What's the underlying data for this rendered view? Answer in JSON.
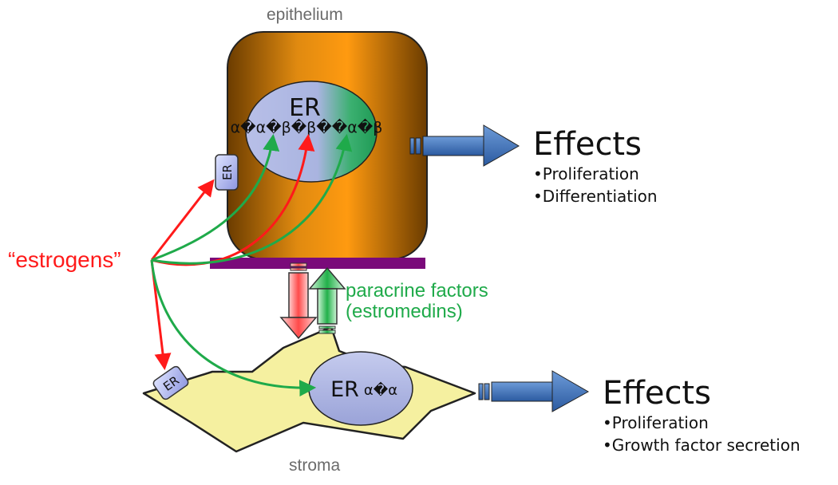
{
  "labels": {
    "epithelium": "epithelium",
    "stroma": "stroma",
    "estrogens": "“estrogens”",
    "paracrine_line1": "paracrine factors",
    "paracrine_line2": "(estromedins)"
  },
  "epithelial_cell": {
    "nucleus_label": "ER",
    "nucleus_subunits": "α�α�β�β��α�β",
    "membrane_receptor": "ER"
  },
  "stromal_cell": {
    "nucleus_label": "ER",
    "nucleus_subunits": "α�α",
    "membrane_receptor": "ER"
  },
  "effects_top": {
    "title": "Effects",
    "items": [
      "•Proliferation",
      "•Differentiation"
    ]
  },
  "effects_bottom": {
    "title": "Effects",
    "items": [
      "•Proliferation",
      "•Growth factor secretion"
    ]
  },
  "colors": {
    "red_arrow": "#ff1a1a",
    "green_arrow": "#1faa4a",
    "membrane": "#7a0a7a",
    "stroma_fill": "#f5f0a0",
    "effects_arrow": "#3a6fb5"
  }
}
